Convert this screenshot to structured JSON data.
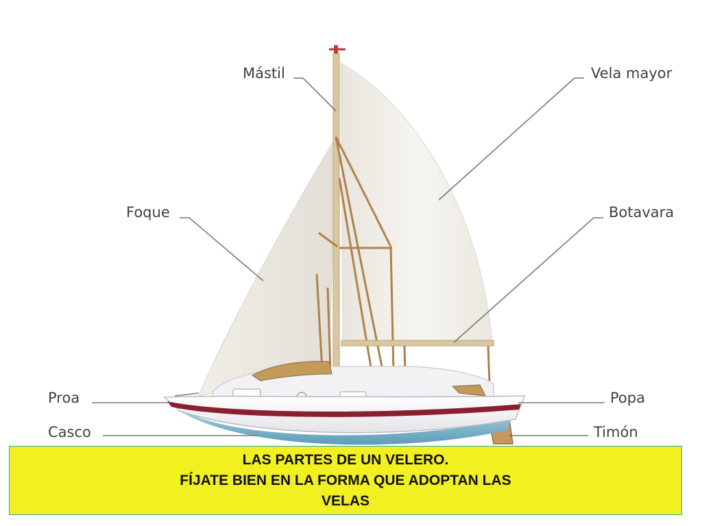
{
  "labels": {
    "mastil": "Mástil",
    "vela_mayor": "Vela mayor",
    "foque": "Foque",
    "botavara": "Botavara",
    "proa": "Proa",
    "popa": "Popa",
    "casco": "Casco",
    "timon": "Timón"
  },
  "caption": {
    "line1": "LAS PARTES DE UN VELERO.",
    "line2": "FÍJATE BIEN EN LA FORMA QUE ADOPTAN LAS",
    "line3": "VELAS"
  },
  "colors": {
    "caption_background": "#f3f022",
    "caption_border": "#2ea6a6",
    "hull_stripe": "#8a1f2e",
    "hull_bottom": "#7fb8cf",
    "mast": "#d9c7a0",
    "rigging": "#b0804a",
    "sail": "#f4f1ec"
  }
}
